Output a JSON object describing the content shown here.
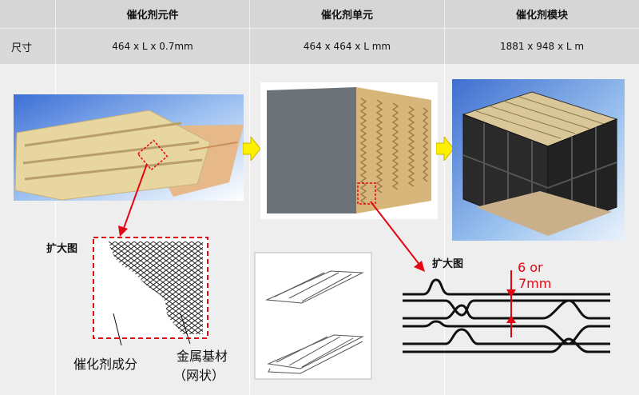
{
  "table": {
    "headers": [
      "",
      "催化剂元件",
      "催化剂单元",
      "催化剂模块"
    ],
    "row_label": "尺寸",
    "dimensions": [
      "464 x L x 0.7mm",
      "464 x 464 x L mm",
      "1881 x 948 x L m"
    ]
  },
  "labels": {
    "enlarged_left": "扩大图",
    "enlarged_right": "扩大图",
    "catalyst_component": "催化剂成分",
    "metal_substrate": "金属基材",
    "mesh_form": "（网状）",
    "gap_line1": "6 or",
    "gap_line2": "7mm"
  },
  "colors": {
    "arrow_yellow": "#ffef00",
    "callout_red": "#e30613",
    "header_gray": "#d6d6d6",
    "body_gray": "#eeeeee"
  }
}
